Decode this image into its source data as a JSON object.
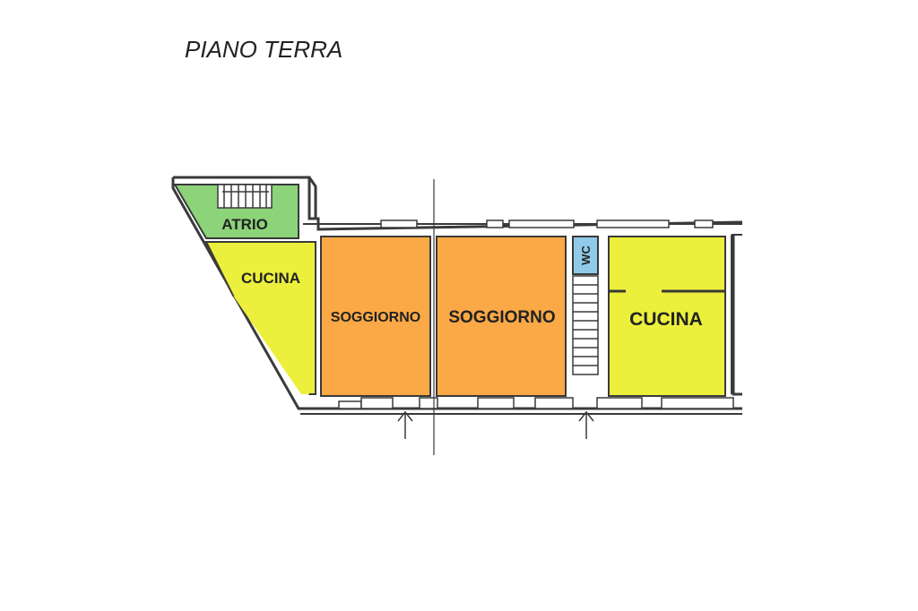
{
  "floor_title": "PIANO TERRA",
  "colors": {
    "atrio": "#8cd37a",
    "cucina": "#ecf03c",
    "soggiorno": "#fba946",
    "wc": "#8fcbe8",
    "wall": "#3a3a3a"
  },
  "rooms": [
    {
      "id": "atrio",
      "label": "ATRIO",
      "type": "atrio"
    },
    {
      "id": "cucina-left",
      "label": "CUCINA",
      "type": "cucina"
    },
    {
      "id": "soggiorno-left",
      "label": "SOGGIORNO",
      "type": "soggiorno"
    },
    {
      "id": "soggiorno-right",
      "label": "SOGGIORNO",
      "type": "soggiorno"
    },
    {
      "id": "wc",
      "label": "WC",
      "type": "wc"
    },
    {
      "id": "cucina-right",
      "label": "CUCINA",
      "type": "cucina"
    }
  ],
  "entrances": 2
}
